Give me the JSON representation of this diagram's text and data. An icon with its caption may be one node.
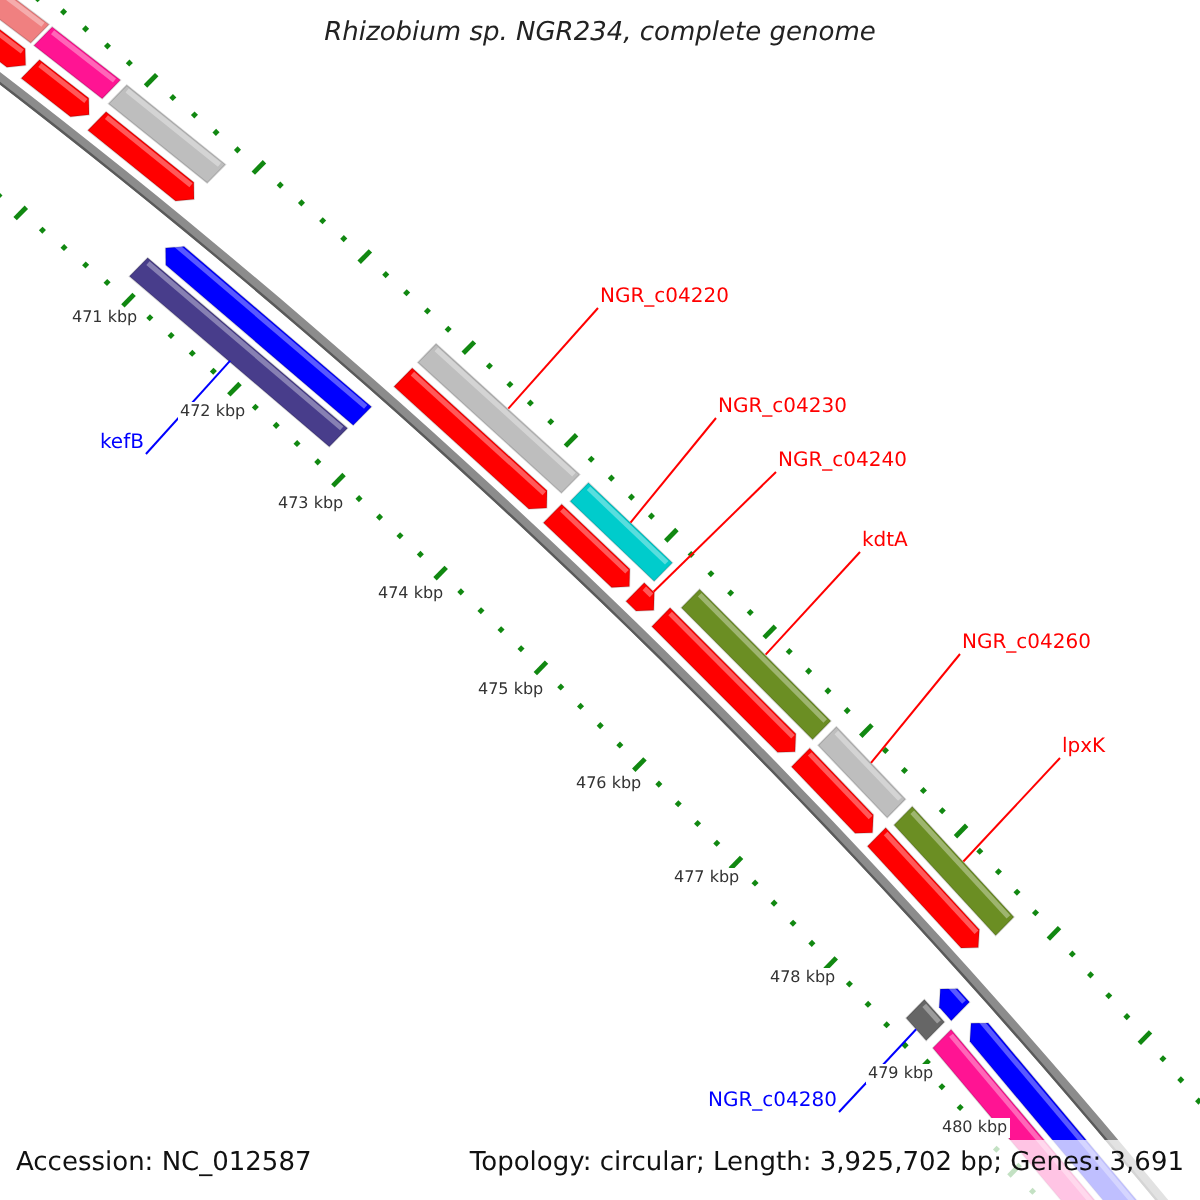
{
  "diagram": {
    "title": "Rhizobium sp. NGR234, complete genome",
    "nodes": [
      {
        "text": [
          "NGR_c04220"
        ]
      },
      {
        "text": [],
        "shape": "bar"
      },
      {
        "text": [
          "NGR_c04230"
        ]
      },
      {
        "text": [],
        "shape": "bar"
      },
      {
        "text": [
          "NGR_c04240"
        ]
      },
      {
        "text": [],
        "shape": "bar"
      },
      {
        "text": [
          "kdtA"
        ]
      },
      {
        "text": [],
        "shape": "bar"
      },
      {
        "text": [
          "NGR_c04260"
        ]
      },
      {
        "text": [],
        "shape": "bar"
      },
      {
        "text": [
          "lpxK"
        ]
      },
      {
        "text": [],
        "shape": "bar"
      },
      {
        "text": [
          "kefB"
        ]
      },
      {
        "text": [],
        "shape": "bar"
      },
      {
        "text": [
          "NGR_c04280"
        ]
      },
      {
        "text": [],
        "shape": "bar"
      }
    ],
    "edges": [
      {
        "from": 0,
        "to": 1,
        "arrow": "none"
      },
      {
        "from": 2,
        "to": 3,
        "arrow": "none"
      },
      {
        "from": 4,
        "to": 5,
        "arrow": "none"
      },
      {
        "from": 6,
        "to": 7,
        "arrow": "none"
      },
      {
        "from": 8,
        "to": 9,
        "arrow": "none"
      },
      {
        "from": 10,
        "to": 11,
        "arrow": "none"
      },
      {
        "from": 12,
        "to": 13,
        "arrow": "none",
        "color": "#0000ff"
      },
      {
        "from": 14,
        "to": 15,
        "arrow": "none",
        "color": "#0000ff"
      }
    ],
    "labels": [
      "471 kbp",
      "472 kbp",
      "473 kbp",
      "474 kbp",
      "475 kbp",
      "476 kbp",
      "477 kbp",
      "478 kbp",
      "479 kbp",
      "480 kbp",
      "Accession: NC_012587",
      "Topology: circular; Length: 3,925,702 bp; Genes: 3,691"
    ]
  }
}
